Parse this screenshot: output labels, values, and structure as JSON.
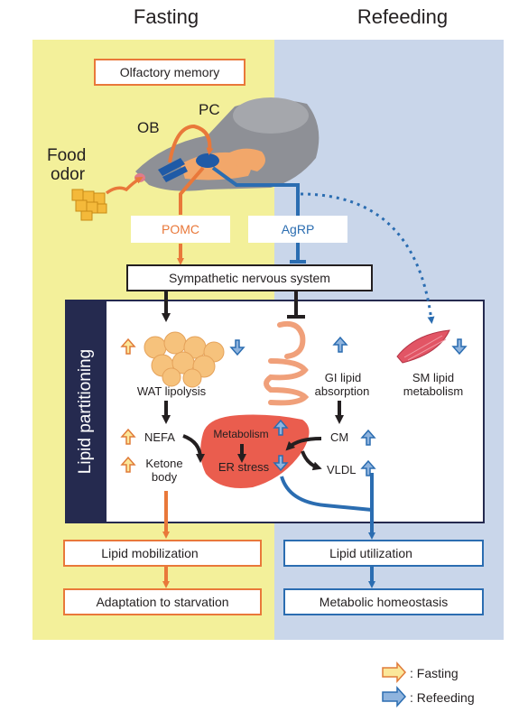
{
  "headers": {
    "fasting": "Fasting",
    "refeeding": "Refeeding"
  },
  "boxes": {
    "olfactory_memory": "Olfactory memory",
    "pomc": "POMC",
    "agrp": "AgRP",
    "sympathetic": "Sympathetic nervous system",
    "lipid_mobilization": "Lipid mobilization",
    "adaptation": "Adaptation to starvation",
    "lipid_utilization": "Lipid utilization",
    "homeostasis": "Metabolic homeostasis"
  },
  "brain_labels": {
    "ob": "OB",
    "pc": "PC"
  },
  "food_odor": [
    "Food",
    "odor"
  ],
  "side_title": "Lipid partitioning",
  "labels": {
    "wat": "WAT lipolysis",
    "gi_line1": "GI lipid",
    "gi_line2": "absorption",
    "sm_line1": "SM lipid",
    "sm_line2": "metabolism",
    "nefa": "NEFA",
    "ketone_line1": "Ketone",
    "ketone_line2": "body",
    "metabolism": "Metabolism",
    "er_stress": "ER stress",
    "cm": "CM",
    "vldl": "VLDL"
  },
  "legend": {
    "fasting": ": Fasting",
    "refeeding": ": Refeeding"
  },
  "colors": {
    "fasting_bg": "#f3f09a",
    "refeeding_bg": "#c9d6ea",
    "orange": "#e9783a",
    "blue": "#2b6db1",
    "navy": "#252a4f",
    "up_fill": "#fbe79a",
    "up_stroke": "#e07b39",
    "blue_fill": "#8fb4de"
  }
}
